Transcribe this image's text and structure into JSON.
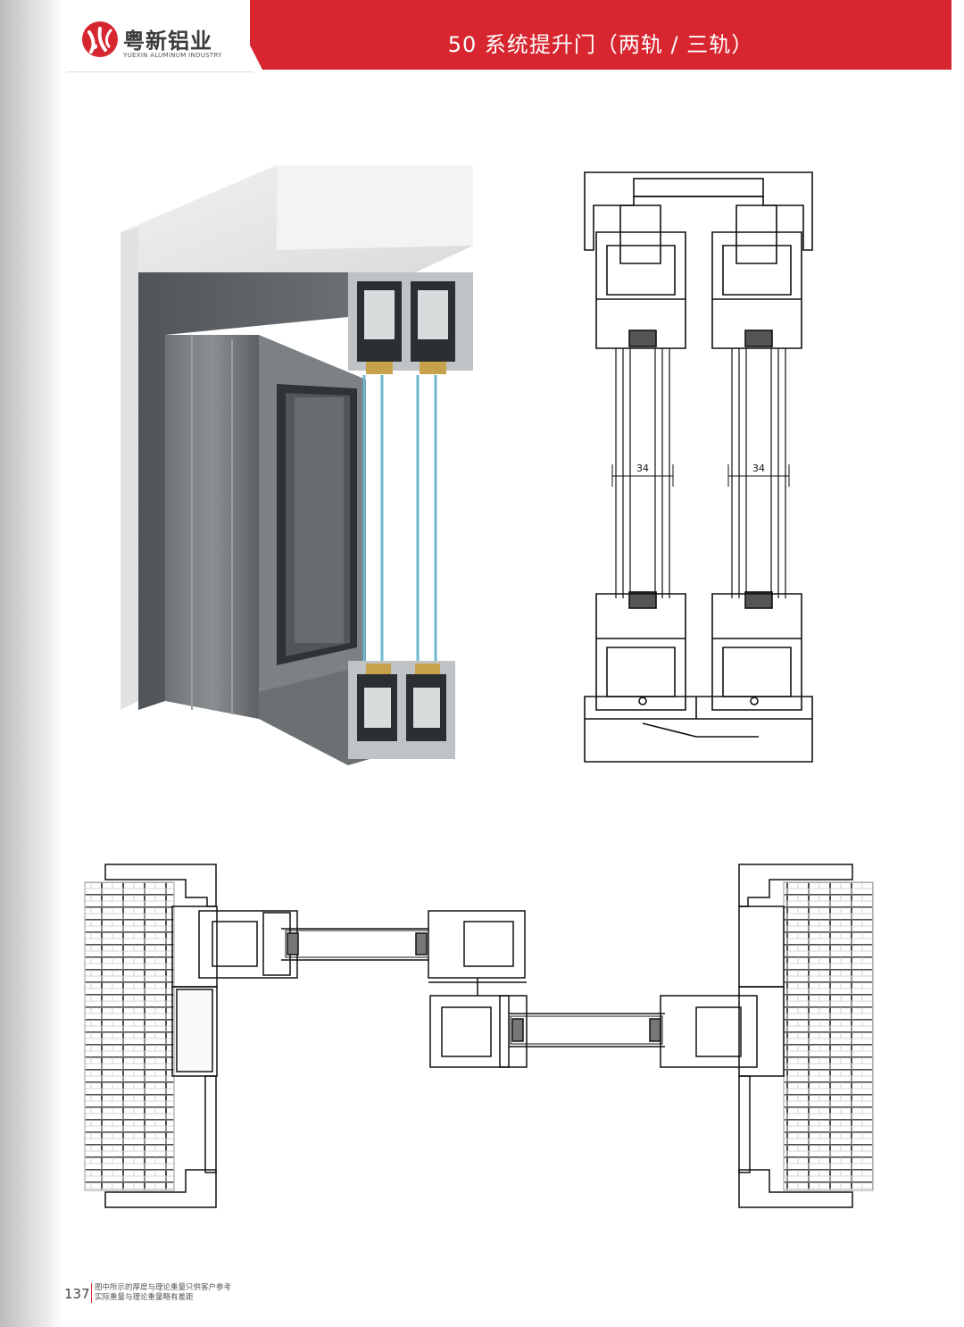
{
  "header": {
    "brand_cn": "粤新铝业",
    "brand_en": "YUEXIN ALUMINUM INDUSTRY",
    "title": "50 系统提升门（两轨 / 三轨）",
    "accent_color": "#d7262f"
  },
  "section_drawing": {
    "dimension_left": "34",
    "dimension_right": "34"
  },
  "footer": {
    "page_number": "137",
    "note_line1": "图中所示的厚度与理论重量只供客户参考",
    "note_line2": "实际重量与理论重量略有差距"
  }
}
